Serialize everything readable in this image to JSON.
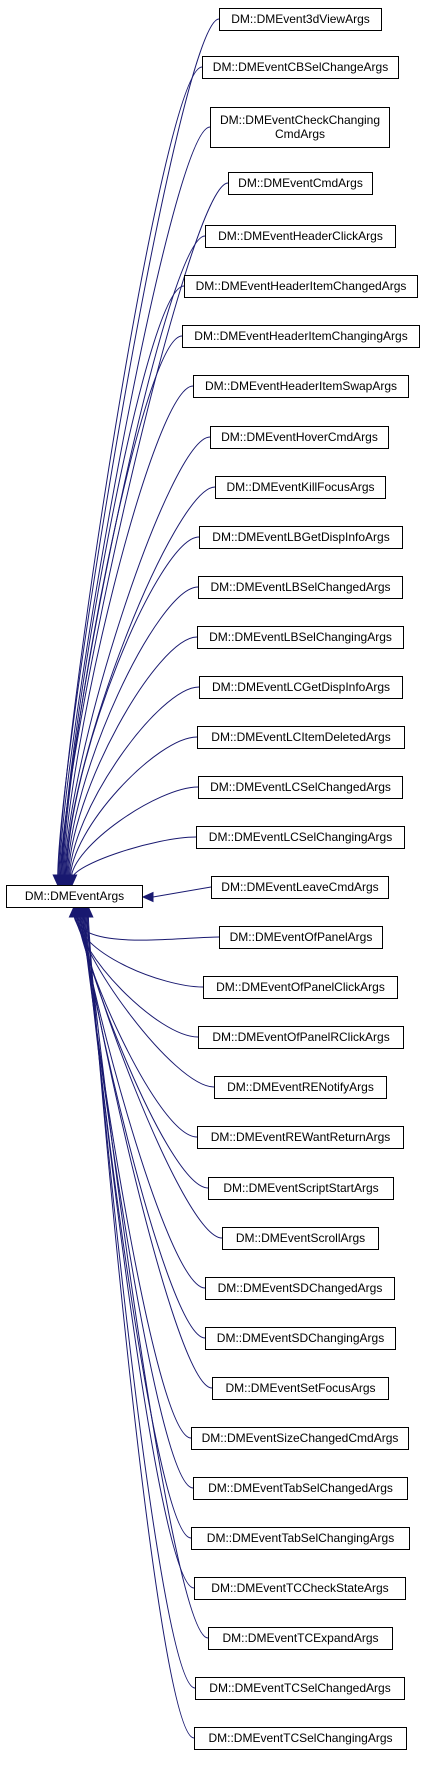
{
  "diagram": {
    "base": {
      "label": "DM::DMEventArgs"
    },
    "derived": [
      {
        "label": "DM::DMEvent3dViewArgs"
      },
      {
        "label": "DM::DMEventCBSelChangeArgs"
      },
      {
        "label": [
          "DM::DMEventCheckChanging",
          "CmdArgs"
        ]
      },
      {
        "label": "DM::DMEventCmdArgs"
      },
      {
        "label": "DM::DMEventHeaderClickArgs"
      },
      {
        "label": "DM::DMEventHeaderItemChangedArgs"
      },
      {
        "label": "DM::DMEventHeaderItemChangingArgs"
      },
      {
        "label": "DM::DMEventHeaderItemSwapArgs"
      },
      {
        "label": "DM::DMEventHoverCmdArgs"
      },
      {
        "label": "DM::DMEventKillFocusArgs"
      },
      {
        "label": "DM::DMEventLBGetDispInfoArgs"
      },
      {
        "label": "DM::DMEventLBSelChangedArgs"
      },
      {
        "label": "DM::DMEventLBSelChangingArgs"
      },
      {
        "label": "DM::DMEventLCGetDispInfoArgs"
      },
      {
        "label": "DM::DMEventLCItemDeletedArgs"
      },
      {
        "label": "DM::DMEventLCSelChangedArgs"
      },
      {
        "label": "DM::DMEventLCSelChangingArgs"
      },
      {
        "label": "DM::DMEventLeaveCmdArgs"
      },
      {
        "label": "DM::DMEventOfPanelArgs"
      },
      {
        "label": "DM::DMEventOfPanelClickArgs"
      },
      {
        "label": "DM::DMEventOfPanelRClickArgs"
      },
      {
        "label": "DM::DMEventRENotifyArgs"
      },
      {
        "label": "DM::DMEventREWantReturnArgs"
      },
      {
        "label": "DM::DMEventScriptStartArgs"
      },
      {
        "label": "DM::DMEventScrollArgs"
      },
      {
        "label": "DM::DMEventSDChangedArgs"
      },
      {
        "label": "DM::DMEventSDChangingArgs"
      },
      {
        "label": "DM::DMEventSetFocusArgs"
      },
      {
        "label": "DM::DMEventSizeChangedCmdArgs"
      },
      {
        "label": "DM::DMEventTabSelChangedArgs"
      },
      {
        "label": "DM::DMEventTabSelChangingArgs"
      },
      {
        "label": "DM::DMEventTCCheckStateArgs"
      },
      {
        "label": "DM::DMEventTCExpandArgs"
      },
      {
        "label": "DM::DMEventTCSelChangedArgs"
      },
      {
        "label": "DM::DMEventTCSelChangingArgs"
      }
    ],
    "colors": {
      "edge": "#191970",
      "node_border": "#000000",
      "node_fill": "#ffffff"
    }
  }
}
